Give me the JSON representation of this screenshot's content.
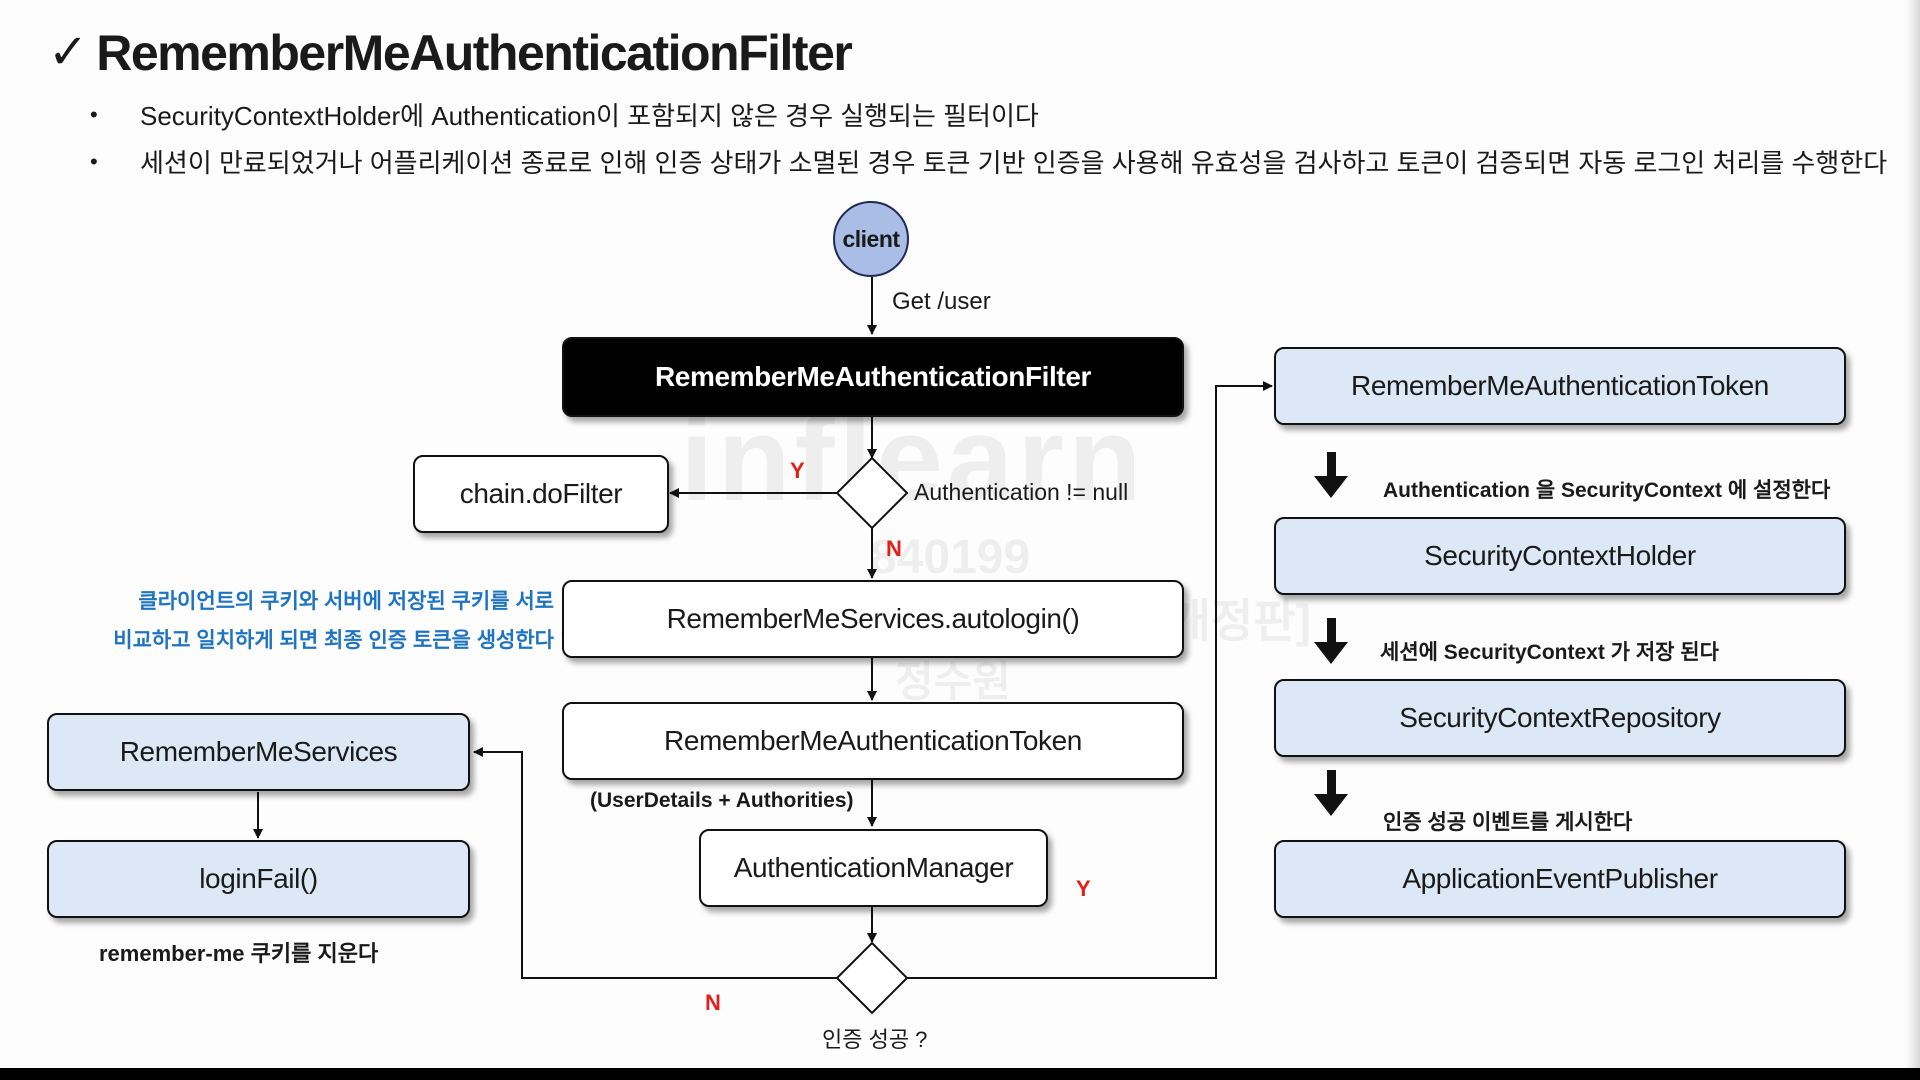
{
  "title": {
    "check": "✓",
    "text": "RememberMeAuthenticationFilter"
  },
  "bullets": [
    "SecurityContextHolder에 Authentication이 포함되지 않은 경우 실행되는 필터이다",
    "세션이 만료되었거나 어플리케이션 종료로 인해 인증 상태가 소멸된 경우 토큰 기반 인증을 사용해 유효성을 검사하고 토큰이 검증되면 자동 로그인 처리를 수행한다"
  ],
  "flow": {
    "client": "client",
    "request_label": "Get /user",
    "filter": "RememberMeAuthenticationFilter",
    "chain": "chain.doFilter",
    "decision1_label": "Authentication != null",
    "yes": "Y",
    "no": "N",
    "autologin": "RememberMeServices.autologin()",
    "token": "RememberMeAuthenticationToken",
    "token_note": "(UserDetails + Authorities)",
    "manager": "AuthenticationManager",
    "decision2_label": "인증 성공 ?",
    "cookie_note_line1": "클라이언트의 쿠키와 서버에 저장된 쿠키를 서로",
    "cookie_note_line2": "비교하고 일치하게 되면 최종 인증 토큰을 생성한다"
  },
  "failure": {
    "services": "RememberMeServices",
    "login_fail": "loginFail()",
    "note": "remember-me 쿠키를 지운다"
  },
  "success": {
    "token": "RememberMeAuthenticationToken",
    "step1": "Authentication 을 SecurityContext 에 설정한다",
    "holder": "SecurityContextHolder",
    "step2": "세션에 SecurityContext 가 저장 된다",
    "repository": "SecurityContextRepository",
    "step3": "인증 성공 이벤트를 게시한다",
    "publisher": "ApplicationEventPublisher"
  },
  "watermark": {
    "brand": "inflearn",
    "id": "840199",
    "course": "스프링 시큐리티 완전 정복 [6.x 개정판]",
    "author": "정수원"
  },
  "colors": {
    "box_blue": "#dce8f5",
    "client_fill": "#a9bde6",
    "yn_red": "#e2211c",
    "note_blue": "#1f74c2"
  }
}
